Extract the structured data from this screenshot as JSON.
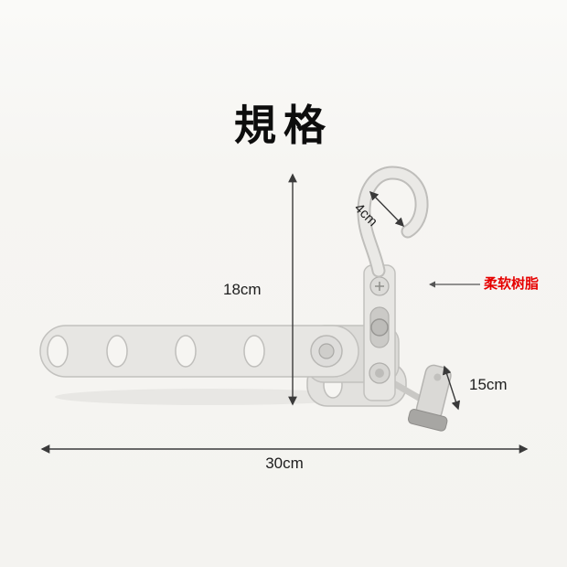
{
  "title": {
    "text": "規格"
  },
  "dimensions": {
    "hook": {
      "label": "4cm"
    },
    "height": {
      "label": "18cm"
    },
    "side": {
      "label": "15cm"
    },
    "length": {
      "label": "30cm"
    }
  },
  "annotations": {
    "material": {
      "label": "柔软树脂",
      "color": "#e60000"
    }
  },
  "colors": {
    "accent_red": "#e60000",
    "hanger_light": "#e7e6e3",
    "hanger_outline": "#c2c1be",
    "dimension_line": "#3a3a3a",
    "background": "#f6f5f2"
  }
}
